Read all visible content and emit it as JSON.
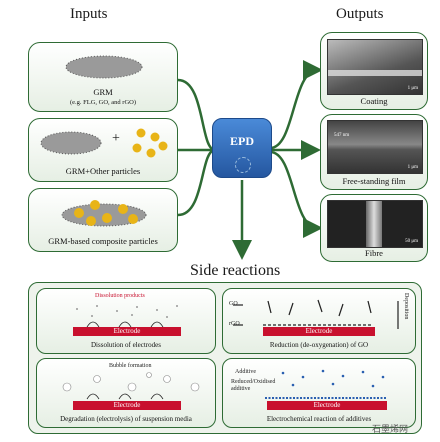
{
  "titles": {
    "inputs": "Inputs",
    "outputs": "Outputs",
    "side_reactions": "Side reactions"
  },
  "center": {
    "label": "EPD"
  },
  "inputs": [
    {
      "name": "GRM",
      "sub": "(e.g. FLG, GO, and rGO)"
    },
    {
      "name": "GRM+Other particles",
      "plus": "+"
    },
    {
      "name": "GRM-based composite particles"
    }
  ],
  "outputs": [
    {
      "name": "Coating",
      "scale": "1 μm"
    },
    {
      "name": "Free-standing film",
      "annotation": "547 nm",
      "scale": "1 μm"
    },
    {
      "name": "Fibre",
      "scale": "50 μm"
    }
  ],
  "side_reactions": [
    {
      "caption": "Dissolution of electrodes",
      "extra": "Dissolution products",
      "electrode": "Electrode"
    },
    {
      "caption": "Reduction (de-oxygenation) of GO",
      "electrode": "Electrode",
      "go": "GO",
      "rgo": "rGO",
      "deposition": "Deposition"
    },
    {
      "caption": "Degradation (electrolysis) of suspension media",
      "extra": "Bubble formation",
      "electrode": "Electrode"
    },
    {
      "caption": "Electrochemical reaction of additives",
      "electrode": "Electrode",
      "additive": "Additive",
      "reduced": "Reduced/Oxidised additive"
    }
  ],
  "watermark": "石墨烯网",
  "colors": {
    "frame": "#2e6b34",
    "epd_box": "#2f6fbf",
    "electrode": "#c8102e",
    "particle": "#e8b417"
  }
}
